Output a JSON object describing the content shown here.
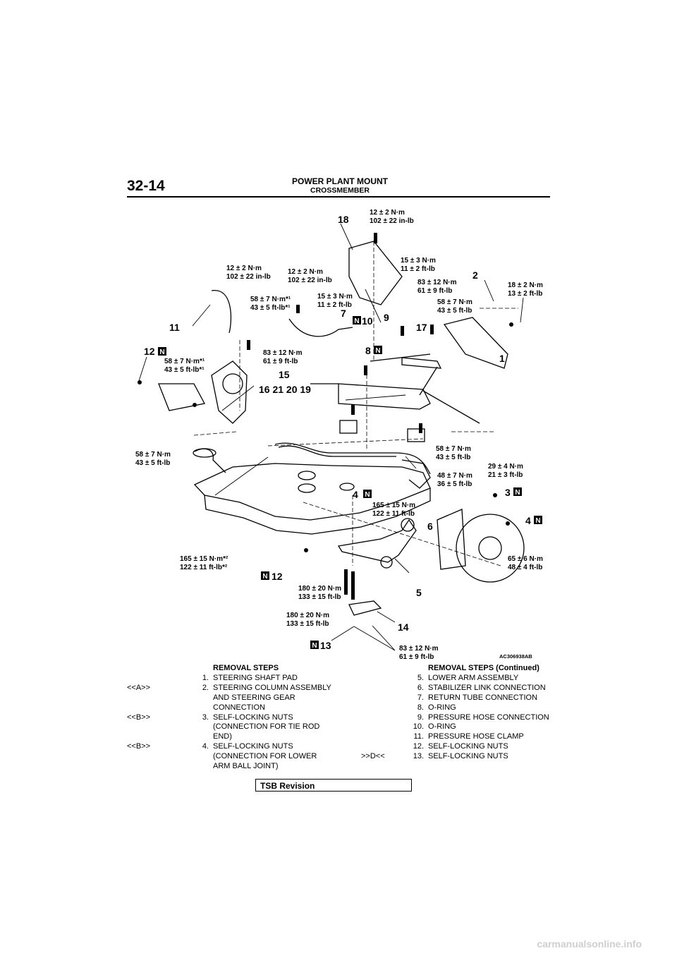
{
  "header": {
    "page_number": "32-14",
    "section_title": "POWER PLANT MOUNT",
    "section_subtitle": "CROSSMEMBER"
  },
  "diagram": {
    "figure_id": "AC306938AB",
    "new_part_marker": "N",
    "callouts": [
      "1",
      "2",
      "3",
      "4",
      "4",
      "5",
      "6",
      "7",
      "8",
      "9",
      "10",
      "11",
      "12",
      "12",
      "13",
      "14",
      "15",
      "16 21 20 19",
      "17",
      "18"
    ],
    "torques": {
      "t_18_top": [
        "12 ± 2 N·m",
        "102 ± 22 in-lb"
      ],
      "t_11_top": [
        "12 ± 2 N·m",
        "102 ± 22 in-lb"
      ],
      "t_hose_top": [
        "12 ± 2 N·m",
        "102 ± 22 in-lb"
      ],
      "t_15_right": [
        "15 ± 3 N·m",
        "11 ± 2 ft-lb"
      ],
      "t_15_mid": [
        "15 ± 3 N·m",
        "11 ± 2 ft-lb"
      ],
      "t_2": [
        "18 ± 2 N·m",
        "13 ± 2 ft-lb"
      ],
      "t_83_top": [
        "83 ± 12 N·m",
        "61 ± 9 ft-lb"
      ],
      "t_58_17": [
        "58 ± 7 N·m",
        "43 ± 5 ft-lb"
      ],
      "t_58_star_mid": [
        "58 ± 7 N·m*¹",
        "43 ± 5 ft-lb*¹"
      ],
      "t_58_star_left": [
        "58 ± 7 N·m*¹",
        "43 ± 5 ft-lb*¹"
      ],
      "t_83_mid": [
        "83 ± 12 N·m",
        "61 ± 9 ft-lb"
      ],
      "t_58_left": [
        "58 ± 7 N·m",
        "43 ± 5 ft-lb"
      ],
      "t_58_right": [
        "58 ± 7 N·m",
        "43 ± 5 ft-lb"
      ],
      "t_29": [
        "29 ± 4 N·m",
        "21 ± 3 ft-lb"
      ],
      "t_48": [
        "48 ± 7 N·m",
        "36 ± 5 ft-lb"
      ],
      "t_165_mid": [
        "165 ± 15 N·m",
        "122 ± 11 ft-lb"
      ],
      "t_165_left": [
        "165 ± 15 N·m*²",
        "122 ± 11 ft-lb*²"
      ],
      "t_65": [
        "65 ± 6 N·m",
        "48 ± 4 ft-lb"
      ],
      "t_180_a": [
        "180 ± 20 N·m",
        "133 ± 15 ft-lb"
      ],
      "t_180_b": [
        "180 ± 20 N·m",
        "133 ± 15 ft-lb"
      ],
      "t_83_bottom": [
        "83 ± 12 N·m",
        "61 ± 9 ft-lb"
      ]
    }
  },
  "removal_steps": {
    "title": "REMOVAL STEPS",
    "steps": [
      {
        "code": "",
        "num": "1.",
        "lines": [
          "STEERING SHAFT PAD"
        ]
      },
      {
        "code": "<<A>>",
        "num": "2.",
        "lines": [
          "STEERING COLUMN ASSEMBLY",
          "AND STEERING GEAR",
          "CONNECTION"
        ]
      },
      {
        "code": "<<B>>",
        "num": "3.",
        "lines": [
          "SELF-LOCKING NUTS",
          "(CONNECTION FOR TIE ROD",
          "END)"
        ]
      },
      {
        "code": "<<B>>",
        "num": "4.",
        "lines": [
          "SELF-LOCKING NUTS",
          "(CONNECTION FOR LOWER",
          "ARM BALL JOINT)"
        ]
      }
    ]
  },
  "removal_steps_continued": {
    "title": "REMOVAL STEPS (Continued)",
    "steps": [
      {
        "code": "",
        "num": "5.",
        "text": "LOWER ARM ASSEMBLY"
      },
      {
        "code": "",
        "num": "6.",
        "text": "STABILIZER LINK CONNECTION"
      },
      {
        "code": "",
        "num": "7.",
        "text": "RETURN TUBE CONNECTION"
      },
      {
        "code": "",
        "num": "8.",
        "text": "O-RING"
      },
      {
        "code": "",
        "num": "9.",
        "text": "PRESSURE HOSE CONNECTION"
      },
      {
        "code": "",
        "num": "10.",
        "text": "O-RING"
      },
      {
        "code": "",
        "num": "11.",
        "text": "PRESSURE HOSE CLAMP"
      },
      {
        "code": "",
        "num": "12.",
        "text": "SELF-LOCKING NUTS"
      },
      {
        "code": ">>D<<",
        "num": "13.",
        "text": "SELF-LOCKING NUTS"
      }
    ]
  },
  "footer": {
    "tsb_label": "TSB Revision",
    "watermark": "carmanualsonline.info"
  }
}
